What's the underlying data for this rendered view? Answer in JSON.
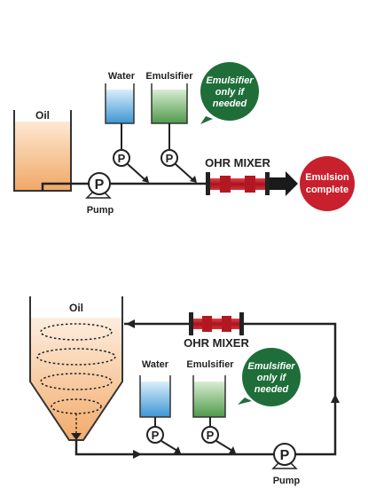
{
  "panel1": {
    "title": "Continuous processing (single-pass)",
    "oil": "Oil",
    "water": "Water",
    "emulsifier": "Emulsifier",
    "bubble": [
      "Emulsifier",
      "only if",
      "needed"
    ],
    "pump": "Pump",
    "pump_symbol": "P",
    "mixer": "OHR MIXER",
    "result": [
      "Emulsion",
      "complete"
    ]
  },
  "panel2": {
    "title": "Batch processing (multi-pass)",
    "oil": "Oil",
    "water": "Water",
    "emulsifier": "Emulsifier",
    "bubble": [
      "Emulsifier",
      "only if",
      "needed"
    ],
    "pump": "Pump",
    "pump_symbol": "P",
    "mixer": "OHR MIXER"
  },
  "colors": {
    "header_green": "#2f7a44",
    "bubble_green": "#1f6e3a",
    "result_red": "#c8202d",
    "mixer_red": "#c8202d",
    "oil_tank": "#f2b27c",
    "water_tank": "#5aa7dc",
    "emulsifier_tank": "#6aa862"
  }
}
